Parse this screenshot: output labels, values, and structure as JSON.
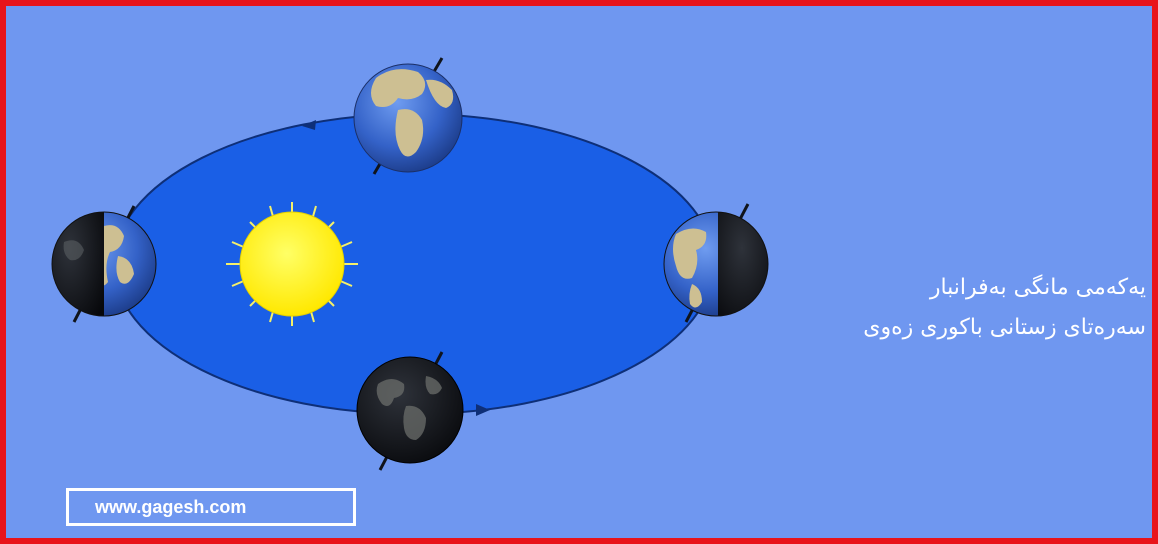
{
  "caption": {
    "line1": "یەکەمی مانگی بەفرانبار",
    "line2": "سەرەتای زستانی باکوری زەوی"
  },
  "watermark": {
    "site": "www.gagesh.com"
  },
  "colors": {
    "frame": "#e8141a",
    "background": "#6f97f0",
    "orbit": "#1a5fe6",
    "sun": "#ffee00",
    "sun_rays": "#f4f06a",
    "earth_night": "#111318",
    "earth_ocean": "#3f6fd6",
    "earth_land": "#c8b98a"
  },
  "icons": {
    "sun": "sun-icon",
    "earth_top": "earth-globe-icon",
    "earth_left": "earth-half-lit-icon",
    "earth_right": "earth-half-lit-icon",
    "earth_bottom": "earth-night-icon",
    "orbit_arrows": "arrow-icon"
  }
}
